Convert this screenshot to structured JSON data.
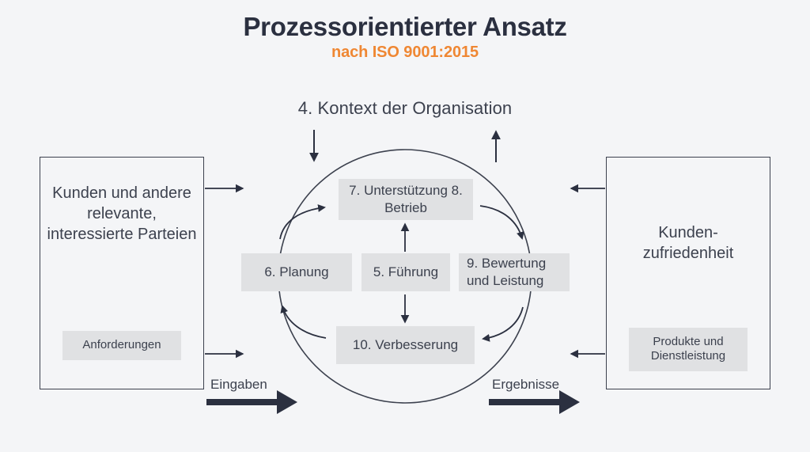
{
  "title": {
    "main": "Prozessorientierter Ansatz",
    "sub": "nach ISO 9001:2015",
    "main_color": "#2b3040",
    "sub_color": "#ef8733"
  },
  "context": {
    "label": "4. Kontext der Organisation"
  },
  "left_box": {
    "title": "Kunden und andere relevante, interessierte Parteien",
    "chip": "Anforderungen"
  },
  "right_box": {
    "title": "Kunden-\nzufriedenheit",
    "chip": "Produkte und Dienstleistung"
  },
  "cycle": {
    "support": "7. Unterstützung\n8. Betrieb",
    "planning": "6. Planung",
    "leadership": "5. Führung",
    "evaluation": "9. Bewertung\nund Leistung",
    "improvement": "10. Verbesserung"
  },
  "flow": {
    "inputs": "Eingaben",
    "outputs": "Ergebnisse"
  },
  "colors": {
    "background": "#f4f5f7",
    "chip_fill": "#e0e1e3",
    "line": "#3c414e",
    "thick_arrow": "#2b3040",
    "text": "#3c414e"
  },
  "chart_data": {
    "type": "diagram",
    "title": "Prozessorientierter Ansatz nach ISO 9001:2015",
    "nodes": [
      {
        "id": "context",
        "label": "4. Kontext der Organisation",
        "role": "outer-label"
      },
      {
        "id": "left",
        "label": "Kunden und andere relevante, interessierte Parteien",
        "role": "box"
      },
      {
        "id": "left-chip",
        "label": "Anforderungen",
        "role": "chip"
      },
      {
        "id": "support",
        "label": "7. Unterstützung / 8. Betrieb",
        "role": "cycle-chip"
      },
      {
        "id": "planning",
        "label": "6. Planung",
        "role": "cycle-chip"
      },
      {
        "id": "leadership",
        "label": "5. Führung",
        "role": "cycle-chip"
      },
      {
        "id": "evaluation",
        "label": "9. Bewertung und Leistung",
        "role": "cycle-chip"
      },
      {
        "id": "improvement",
        "label": "10. Verbesserung",
        "role": "cycle-chip"
      },
      {
        "id": "right",
        "label": "Kunden-zufriedenheit",
        "role": "box"
      },
      {
        "id": "right-chip",
        "label": "Produkte und Dienstleistung",
        "role": "chip"
      }
    ],
    "edges": [
      {
        "from": "planning",
        "to": "support",
        "kind": "pdca-curve"
      },
      {
        "from": "support",
        "to": "evaluation",
        "kind": "pdca-curve"
      },
      {
        "from": "evaluation",
        "to": "improvement",
        "kind": "pdca-curve"
      },
      {
        "from": "improvement",
        "to": "planning",
        "kind": "pdca-curve"
      },
      {
        "from": "leadership",
        "to": "support",
        "kind": "straight"
      },
      {
        "from": "leadership",
        "to": "improvement",
        "kind": "straight"
      },
      {
        "from": "left",
        "to": "cycle",
        "kind": "input",
        "label": "Eingaben"
      },
      {
        "from": "cycle",
        "to": "right",
        "kind": "output",
        "label": "Ergebnisse"
      }
    ]
  }
}
